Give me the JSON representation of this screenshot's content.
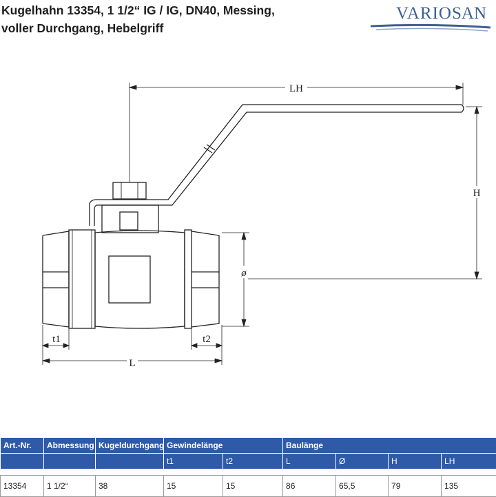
{
  "title": {
    "line1": "Kugelhahn 13354, 1 1/2“ IG / IG, DN40, Messing,",
    "line2": "voller Durchgang, Hebelgriff"
  },
  "logo": {
    "part1": "VARIO",
    "part2": "SAN",
    "color": "#3d5f92"
  },
  "dimensions": {
    "lh": "LH",
    "h": "H",
    "diameter": "ø",
    "t1": "t1",
    "t2": "t2",
    "l": "L"
  },
  "table": {
    "headers": {
      "art_nr": "Art.-Nr.",
      "abmessung": "Abmessung",
      "kugeldurchgang": "Kugeldurchgang",
      "gewindelaenge": "Gewindelänge",
      "baulaenge": "Baulänge"
    },
    "subheaders": {
      "t1": "t1",
      "t2": "t2",
      "l": "L",
      "d": "Ø",
      "h": "H",
      "lh": "LH"
    },
    "row": {
      "art_nr": "13354",
      "abmessung": "1 1/2“",
      "kugeldurchgang": "38",
      "t1": "15",
      "t2": "15",
      "l": "86",
      "d": "65,5",
      "h": "79",
      "lh": "135"
    }
  },
  "colors": {
    "header_bg": "#2e5aa8",
    "header_text": "#ffffff",
    "line": "#222222"
  }
}
